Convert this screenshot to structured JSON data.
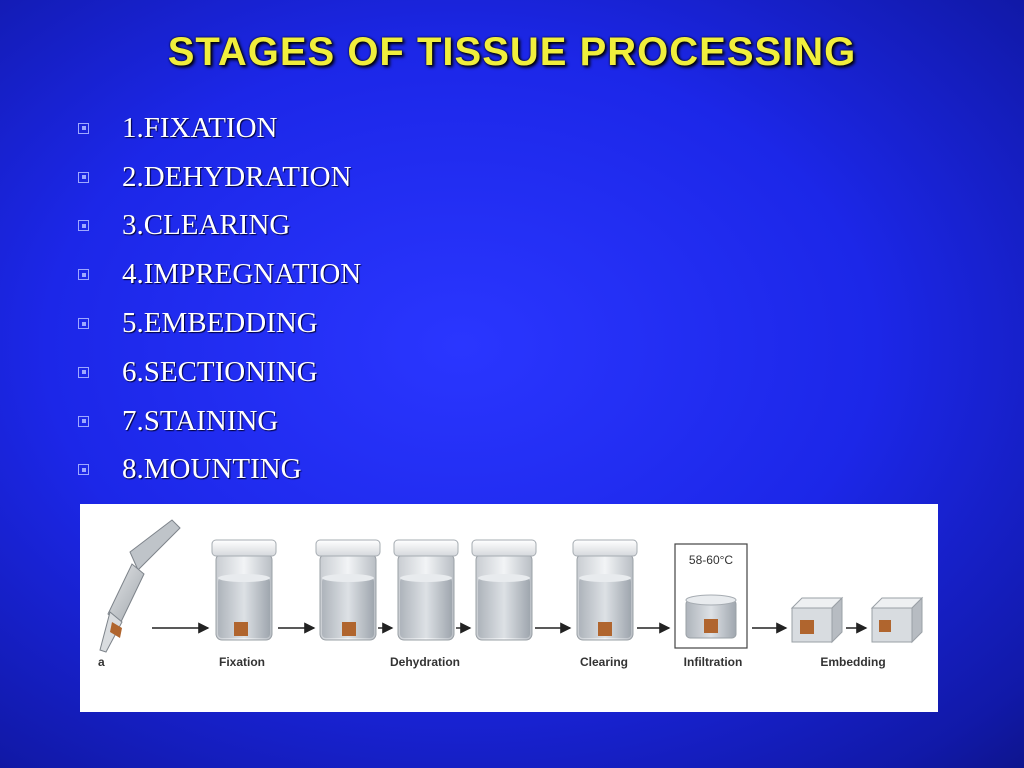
{
  "slide": {
    "title": "STAGES OF TISSUE PROCESSING",
    "title_color": "#f0ee3c",
    "bullets": [
      {
        "icon": "square-bullet-icon",
        "text": "1.FIXATION"
      },
      {
        "icon": "square-bullet-icon",
        "text": "2.DEHYDRATION"
      },
      {
        "icon": "square-bullet-icon",
        "text": "3.CLEARING"
      },
      {
        "icon": "square-bullet-icon",
        "text": "4.IMPREGNATION"
      },
      {
        "icon": "square-bullet-icon",
        "text": "5.EMBEDDING"
      },
      {
        "icon": "square-bullet-icon",
        "text": "6.SECTIONING"
      },
      {
        "icon": "square-bullet-icon",
        "text": "7.STAINING"
      },
      {
        "icon": "square-bullet-icon",
        "text": "8.MOUNTING"
      }
    ]
  },
  "figure": {
    "panel_letter": "a",
    "temperature": "58-60°C",
    "captions": {
      "fixation": "Fixation",
      "dehydration": "Dehydration",
      "clearing": "Clearing",
      "infiltration": "Infiltration",
      "embedding": "Embedding"
    }
  },
  "colors": {
    "background": "#1c27e8",
    "tissue": "#b0652e"
  }
}
